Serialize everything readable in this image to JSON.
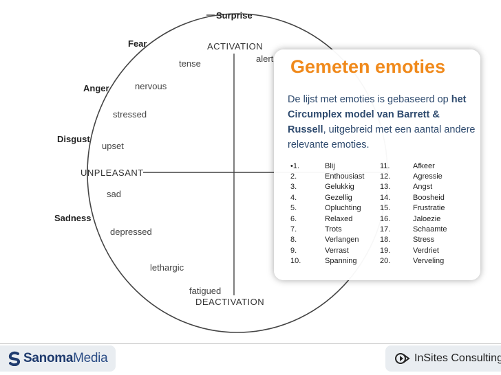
{
  "figure": {
    "axis_labels": {
      "activation": "ACTIVATION",
      "deactivation": "DEACTIVATION",
      "unpleasant": "UNPLEASANT"
    },
    "major_emotions": {
      "surprise": "Surprise",
      "fear": "Fear",
      "anger": "Anger",
      "disgust": "Disgust",
      "sadness": "Sadness"
    },
    "emotion_words": {
      "tense": "tense",
      "alert": "alert",
      "nervous": "nervous",
      "stressed": "stressed",
      "upset": "upset",
      "sad": "sad",
      "depressed": "depressed",
      "lethargic": "lethargic",
      "fatigued": "fatigued"
    }
  },
  "card": {
    "title": "Gemeten emoties",
    "desc_part1": "De lijst met emoties is gebaseerd op",
    "desc_bold": "het Circumplex model van Barrett & Russell",
    "desc_part2": ", uitgebreid met een aantal andere relevante emoties.",
    "rows": [
      {
        "n1": "•1.",
        "w1": "Blij",
        "n2": "11.",
        "w2": "Afkeer"
      },
      {
        "n1": "2.",
        "w1": "Enthousiast",
        "n2": "12.",
        "w2": "Agressie"
      },
      {
        "n1": "3.",
        "w1": "Gelukkig",
        "n2": "13.",
        "w2": "Angst"
      },
      {
        "n1": "4.",
        "w1": "Gezellig",
        "n2": "14.",
        "w2": "Boosheid"
      },
      {
        "n1": "5.",
        "w1": "Opluchting",
        "n2": "15.",
        "w2": "Frustratie"
      },
      {
        "n1": "6.",
        "w1": "Relaxed",
        "n2": "16.",
        "w2": "Jaloezie"
      },
      {
        "n1": "7.",
        "w1": "Trots",
        "n2": "17.",
        "w2": "Schaamte"
      },
      {
        "n1": "8.",
        "w1": "Verlangen",
        "n2": "18.",
        "w2": "Stress"
      },
      {
        "n1": "9.",
        "w1": "Verrast",
        "n2": "19.",
        "w2": "Verdriet"
      },
      {
        "n1": "10.",
        "w1": "Spanning",
        "n2": "20.",
        "w2": "Verveling"
      }
    ]
  },
  "footer": {
    "sanoma_name": "Sanoma",
    "sanoma_media": "Media",
    "insites_name": "InSites Consulting"
  },
  "colors": {
    "title_orange": "#f08a1c",
    "desc_blue": "#2e4a6e",
    "sanoma_blue": "#1f3b6e"
  },
  "icons": [
    "sanoma-logo-icon",
    "insites-logo-icon"
  ]
}
